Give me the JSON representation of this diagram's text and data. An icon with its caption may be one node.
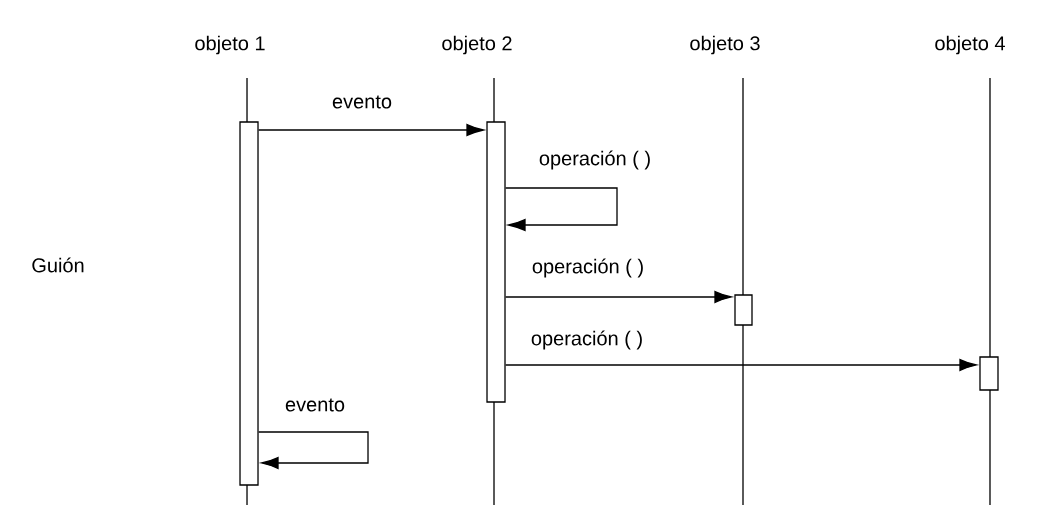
{
  "diagram": {
    "nodes": [
      {
        "text": [],
        "shape": "bar"
      },
      {
        "text": [],
        "shape": "bar"
      },
      {
        "text": [],
        "shape": "bar"
      },
      {
        "text": [],
        "shape": "bar"
      }
    ],
    "edges": [
      {
        "from": 0,
        "to": 1,
        "arrow": "to",
        "label": "evento"
      },
      {
        "from": 1,
        "to": 1,
        "arrow": "to",
        "label": "operación ( )"
      },
      {
        "from": 1,
        "to": 2,
        "arrow": "to",
        "label": "operación ( )"
      },
      {
        "from": 1,
        "to": 3,
        "arrow": "to",
        "label": "operación ( )"
      },
      {
        "from": 0,
        "to": 0,
        "arrow": "to",
        "label": "evento"
      }
    ],
    "labels": [
      "objeto 1",
      "objeto 2",
      "objeto 3",
      "objeto 4",
      "Guión"
    ]
  }
}
